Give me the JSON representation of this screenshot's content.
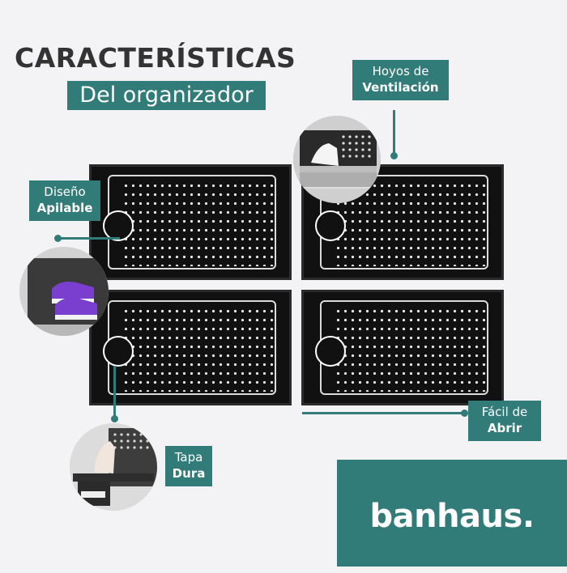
{
  "header": {
    "title": "CARACTERÍSTICAS",
    "subtitle": "Del organizador"
  },
  "features": {
    "ventilation": {
      "line1": "Hoyos de",
      "line2": "Ventilación"
    },
    "stackable": {
      "line1": "Diseño",
      "line2": "Apilable"
    },
    "easy_open": {
      "line1": "Fácil de",
      "line2": "Abrir"
    },
    "hard_lid": {
      "line1": "Tapa",
      "line2": "Dura"
    }
  },
  "brand": {
    "name": "banhaus."
  },
  "colors": {
    "accent": "#317b79",
    "background": "#f3f3f5",
    "product": "#111111"
  }
}
